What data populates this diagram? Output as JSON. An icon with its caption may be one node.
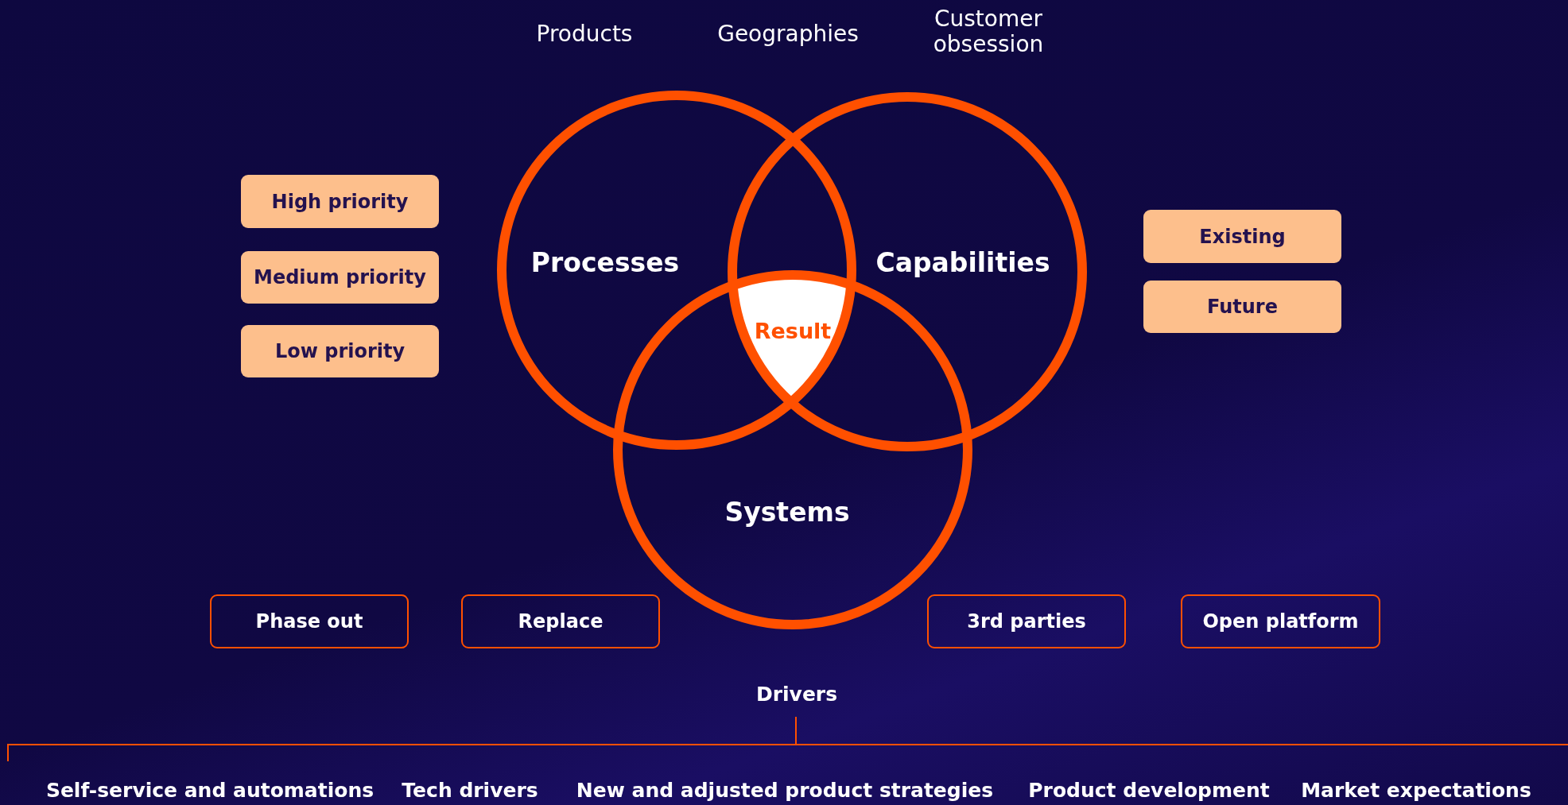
{
  "diagram": {
    "nodes": [
      {
        "text": [
          "Processes"
        ]
      },
      {
        "text": [
          "Capabilities"
        ]
      },
      {
        "text": [
          "Systems"
        ]
      },
      {
        "text": [
          "Result"
        ]
      },
      {
        "text": [
          "High priority"
        ]
      },
      {
        "text": [
          "Medium priority"
        ]
      },
      {
        "text": [
          "Low priority"
        ]
      },
      {
        "text": [
          "Existing"
        ]
      },
      {
        "text": [
          "Future"
        ]
      },
      {
        "text": [
          "Phase out"
        ]
      },
      {
        "text": [
          "Replace"
        ]
      },
      {
        "text": [
          "3rd parties"
        ]
      },
      {
        "text": [
          "Open platform"
        ]
      }
    ],
    "edges": [],
    "labels": [
      "Products",
      "Geographies",
      "Customer obsession",
      "Drivers",
      "Self-service and automations",
      "Tech drivers",
      "New and adjusted product strategies",
      "Product development",
      "Market expectations"
    ]
  }
}
